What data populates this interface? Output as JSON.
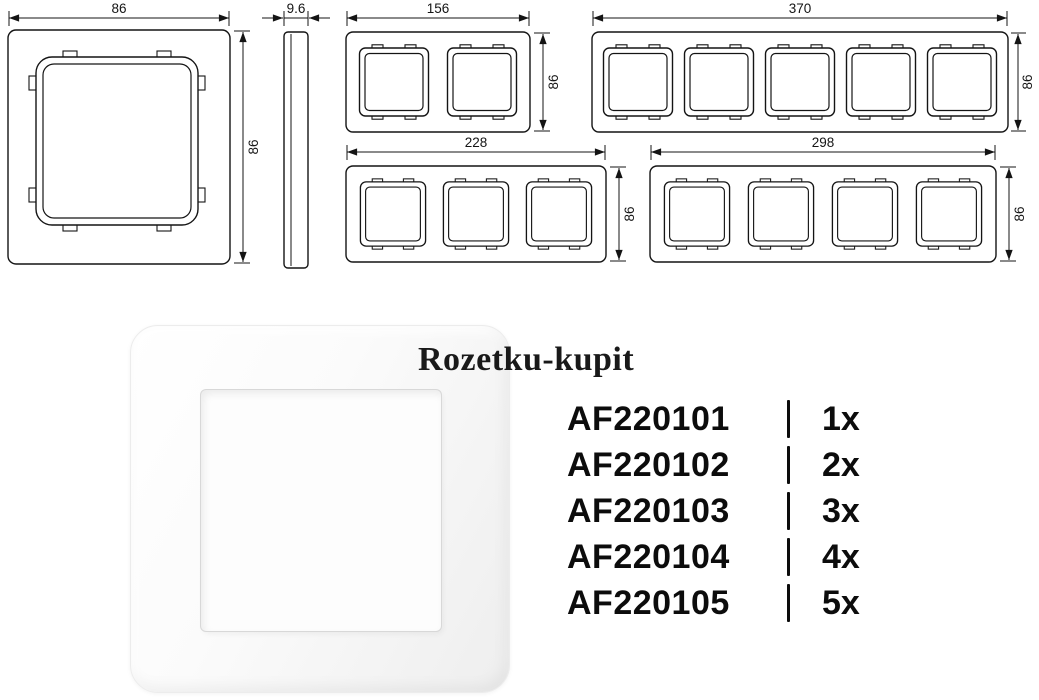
{
  "brand": {
    "logo": "Rozetku-kupit"
  },
  "drawings": {
    "single": {
      "width_label": "86",
      "height_label": "86"
    },
    "side": {
      "thickness_label": "9.6"
    },
    "frame2": {
      "width_label": "156",
      "height_label": "86"
    },
    "frame5": {
      "width_label": "370",
      "height_label": "86"
    },
    "frame3": {
      "width_label": "228",
      "height_label": "86"
    },
    "frame4": {
      "width_label": "298",
      "height_label": "86"
    }
  },
  "products": [
    {
      "sku": "AF220101",
      "qty": "1x"
    },
    {
      "sku": "AF220102",
      "qty": "2x"
    },
    {
      "sku": "AF220103",
      "qty": "3x"
    },
    {
      "sku": "AF220104",
      "qty": "4x"
    },
    {
      "sku": "AF220105",
      "qty": "5x"
    }
  ]
}
